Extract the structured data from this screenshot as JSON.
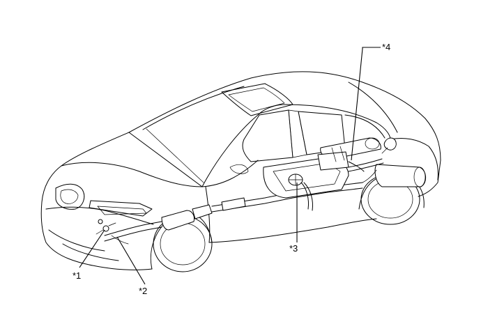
{
  "callouts": [
    {
      "id": "c1",
      "text": "*1"
    },
    {
      "id": "c2",
      "text": "*2"
    },
    {
      "id": "c3",
      "text": "*3"
    },
    {
      "id": "c4",
      "text": "*4"
    }
  ]
}
